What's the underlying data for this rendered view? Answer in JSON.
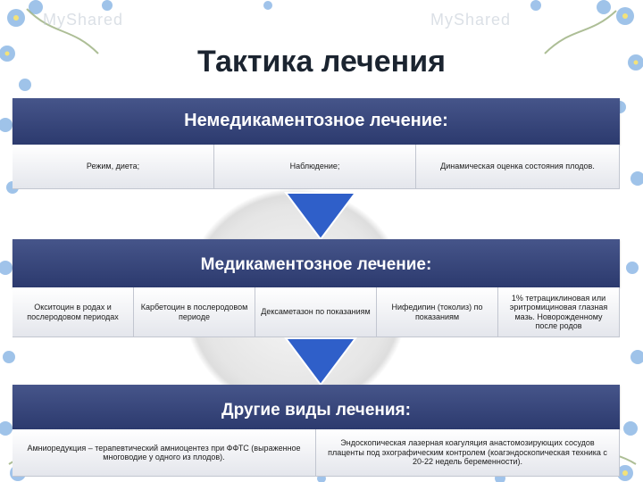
{
  "watermarks": [
    "MyShared",
    "MyShared"
  ],
  "title": "Тактика лечения",
  "sections": [
    {
      "heading": "Немедикаментозное лечение:",
      "items": [
        "Режим, диета;",
        "Наблюдение;",
        "Динамическая оценка состояния плодов."
      ]
    },
    {
      "heading": "Медикаментозное лечение:",
      "items": [
        "Окситоцин в родах и послеродовом периодах",
        "Карбетоцин в послеродовом периоде",
        "Дексаметазон по показаниям",
        "Нифедипин (токолиз) по показаниям",
        "1% тетрациклиновая или эритромициновая глазная мазь. Новорожденному после родов"
      ]
    },
    {
      "heading": "Другие виды лечения:",
      "items": [
        "Амниоредукция – терапевтический амниоцентез при ФФТС (выраженное многоводие у одного из плодов).",
        "Эндоскопическая лазерная коагуляция анастомозирующих сосудов плаценты под эхографическим контролем (коагэндоскопическая техника с 20-22 недель беременности)."
      ]
    }
  ],
  "colors": {
    "banner": "#2c3a6e",
    "arrow": "#2f5fc9",
    "title": "#1b2430"
  }
}
